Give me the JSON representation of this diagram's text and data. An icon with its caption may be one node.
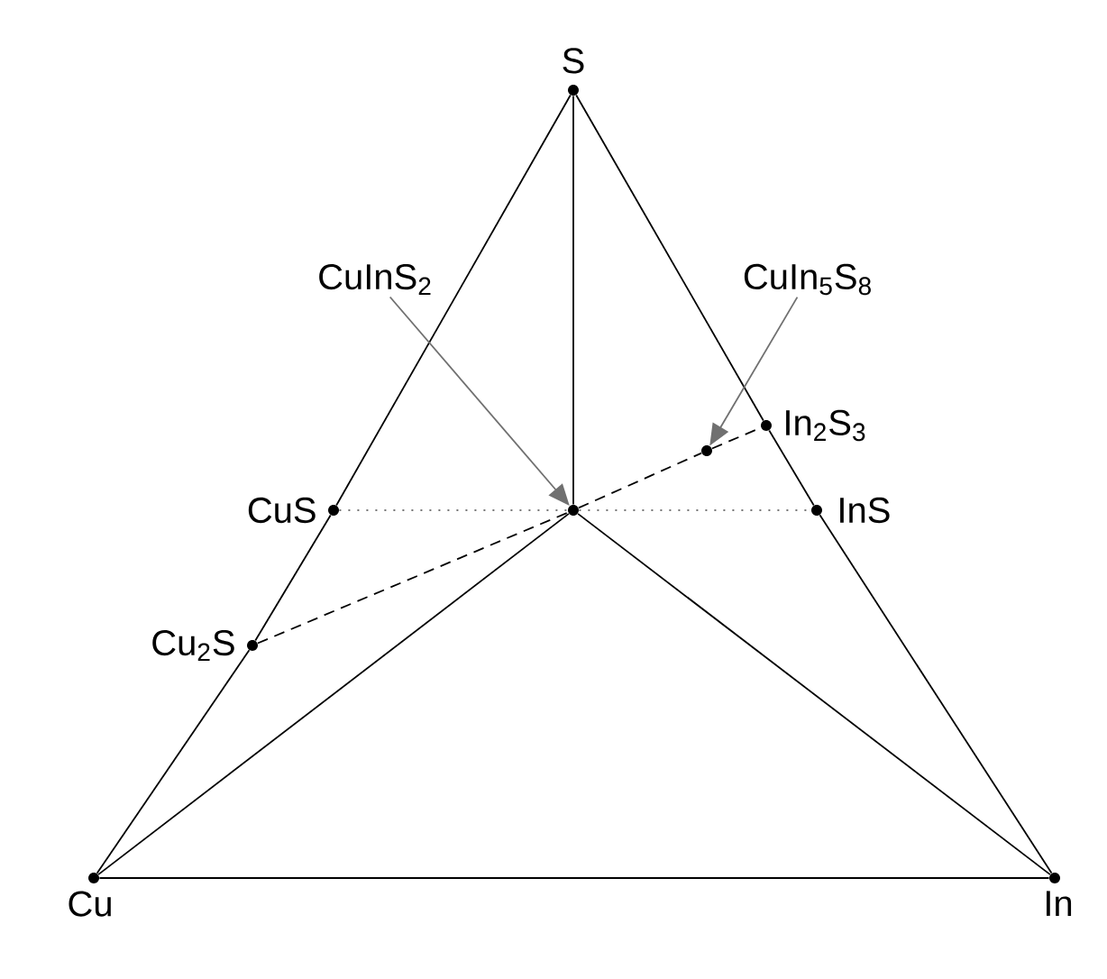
{
  "diagram": {
    "nodes": [
      {
        "text": [],
        "shape": "circle",
        "beside": [
          "S"
        ]
      },
      {
        "text": [],
        "shape": "circle",
        "beside": [
          "CuS"
        ]
      },
      {
        "text": [],
        "shape": "circle",
        "beside": [
          "Cu$_{2}$S"
        ]
      },
      {
        "text": [],
        "shape": "circle",
        "beside": [
          "Cu"
        ]
      },
      {
        "text": [],
        "shape": "circle",
        "beside": [
          "In"
        ]
      },
      {
        "text": [],
        "shape": "circle",
        "beside": [
          "InS"
        ]
      },
      {
        "text": [],
        "shape": "circle",
        "beside": [
          "In$_{2}$S$_{3}$"
        ]
      },
      {
        "text": [],
        "shape": "circle"
      },
      {
        "text": [],
        "shape": "circle"
      },
      {
        "text": [
          "CuInS$_{2}$"
        ]
      },
      {
        "text": [
          "CuIn$_{5}$S$_{8}$"
        ]
      }
    ],
    "edges": [
      {
        "from": 0,
        "to": 1,
        "arrow": "none"
      },
      {
        "from": 1,
        "to": 2,
        "arrow": "none"
      },
      {
        "from": 2,
        "to": 3,
        "arrow": "none"
      },
      {
        "from": 0,
        "to": 6,
        "arrow": "none"
      },
      {
        "from": 6,
        "to": 5,
        "arrow": "none"
      },
      {
        "from": 5,
        "to": 4,
        "arrow": "none"
      },
      {
        "from": 3,
        "to": 4,
        "arrow": "none"
      },
      {
        "from": 0,
        "to": 7,
        "arrow": "none"
      },
      {
        "from": 7,
        "to": 3,
        "arrow": "none"
      },
      {
        "from": 7,
        "to": 4,
        "arrow": "none"
      },
      {
        "from": 1,
        "to": 7,
        "arrow": "none",
        "style": "dashed",
        "color": "#777777"
      },
      {
        "from": 7,
        "to": 5,
        "arrow": "none",
        "style": "dashed",
        "color": "#777777"
      },
      {
        "from": 2,
        "to": 7,
        "arrow": "none",
        "style": "dashed"
      },
      {
        "from": 7,
        "to": 8,
        "arrow": "none",
        "style": "dashed"
      },
      {
        "from": 8,
        "to": 6,
        "arrow": "none",
        "style": "dashed"
      },
      {
        "from": 9,
        "to": 7,
        "arrow": "to",
        "color": "#707070"
      },
      {
        "from": 10,
        "to": 8,
        "arrow": "to",
        "color": "#707070"
      }
    ]
  }
}
